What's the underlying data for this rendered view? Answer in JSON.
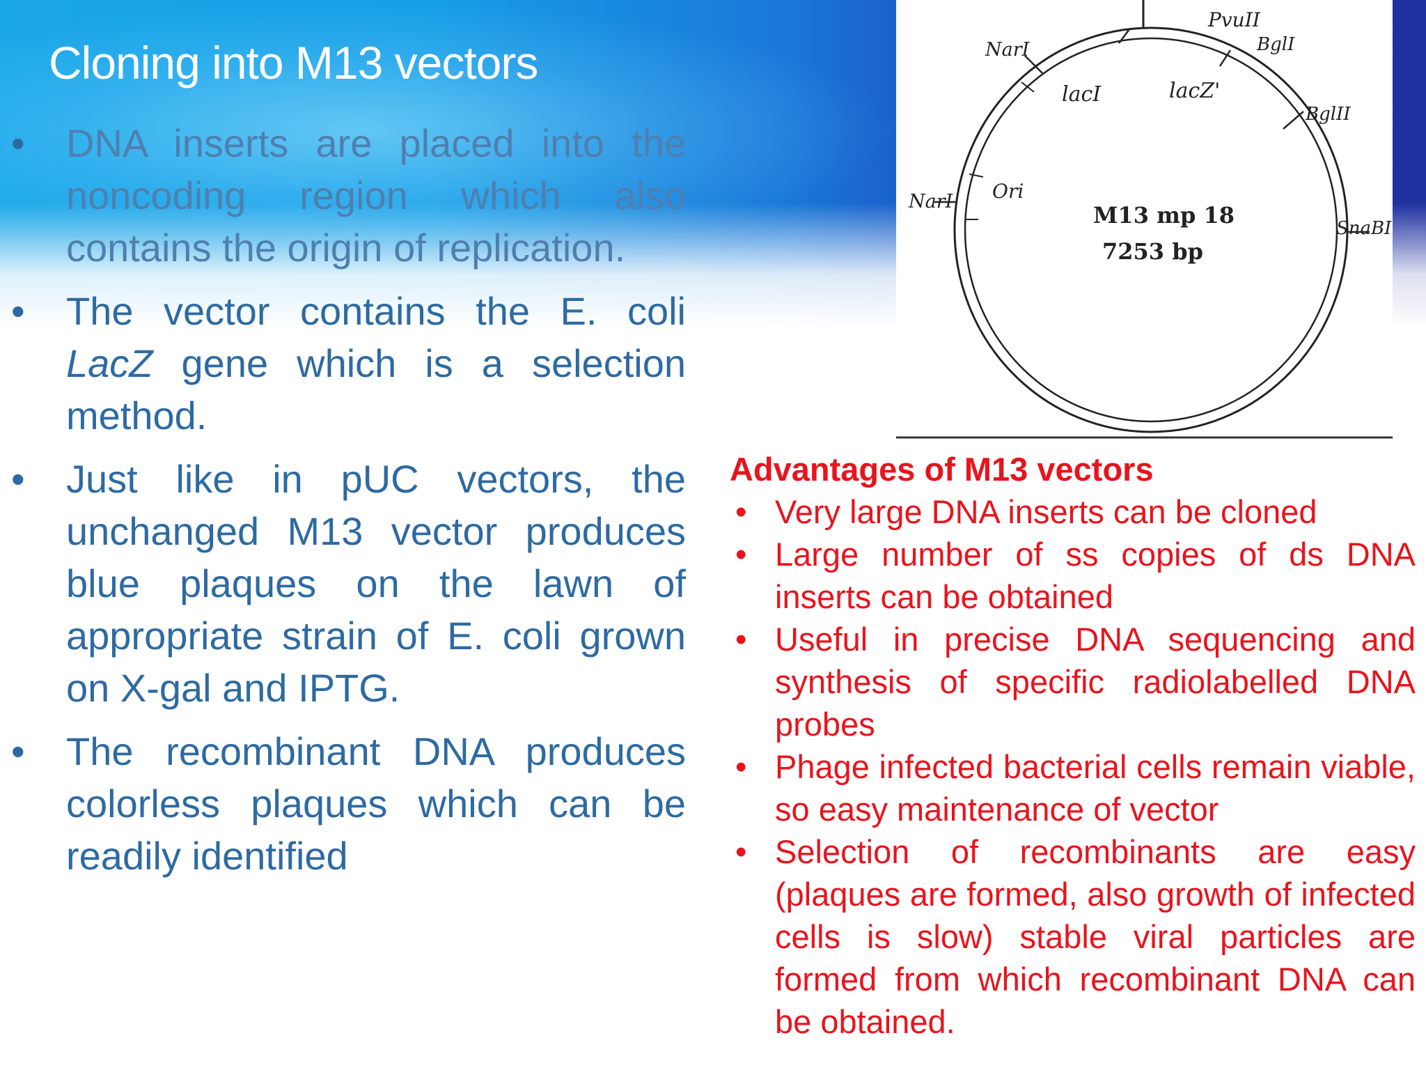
{
  "slide": {
    "title": "Cloning into M13 vectors",
    "bullets": [
      {
        "text": "DNA inserts are placed into the noncoding region which also contains the origin of replication."
      },
      {
        "pre": "The vector contains the E. coli ",
        "italic": "LacZ",
        "post": " gene which is a selection method."
      },
      {
        "text": "Just like in pUC vectors, the unchanged M13 vector produces blue plaques on the lawn of appropriate strain of E. coli grown on X-gal and IPTG."
      },
      {
        "text": "The recombinant DNA produces colorless plaques which can be readily identified"
      }
    ]
  },
  "figure": {
    "map_name": "M13 mp 18",
    "map_size": "7253 bp",
    "labels": {
      "pvuII": "PvuII",
      "bglII_a": "BglI",
      "bglII_b": "BglII",
      "nari_top": "NarI",
      "laci": "lacI",
      "lacz": "lacZ'",
      "nari_left": "NarI",
      "ori": "Ori",
      "snabi": "SnaBI"
    },
    "colors": {
      "line": "#222222"
    }
  },
  "advantages": {
    "title": "Advantages of M13 vectors",
    "items": [
      "Very large DNA inserts can be cloned",
      "Large number of ss copies of ds DNA inserts can be obtained",
      "Useful in precise DNA sequencing and synthesis of specific radiolabelled DNA probes",
      "Phage infected bacterial cells remain viable, so easy maintenance of vector",
      "Selection of recombinants are easy (plaques are formed, also growth of infected cells is slow) stable viral particles are formed from which recombinant DNA can be obtained."
    ],
    "colors": {
      "text": "#e8141d"
    }
  },
  "theme": {
    "banner_start": "#1aa7e8",
    "banner_end": "#1f2f9e",
    "body_text": "#2d6aa3"
  }
}
